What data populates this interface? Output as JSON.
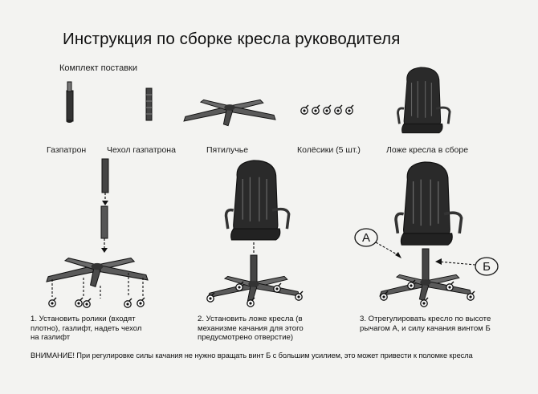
{
  "title": "Инструкция по сборке кресла руководителя",
  "kit": {
    "label": "Комплект поставки",
    "parts": [
      {
        "label": "Газпатрон",
        "icon": "gas-lift-icon"
      },
      {
        "label": "Чехол газпатрона",
        "icon": "gas-lift-cover-icon"
      },
      {
        "label": "Пятилучье",
        "icon": "five-star-base-icon"
      },
      {
        "label": "Колёсики (5 шт.)",
        "icon": "casters-icon"
      },
      {
        "label": "Ложе кресла в сборе",
        "icon": "chair-seat-assembly-icon"
      }
    ]
  },
  "steps": [
    {
      "lines": [
        "1. Установить ролики (входят",
        "плотно), газлифт, надеть чехол",
        "на газлифт"
      ]
    },
    {
      "lines": [
        "2. Установить ложе кресла (в",
        "механизме качания для этого",
        "предусмотрено отверстие)"
      ]
    },
    {
      "lines": [
        "3. Отрегулировать кресло по высоте",
        "рычагом А, и силу качания винтом Б"
      ]
    }
  ],
  "callouts": {
    "lever": "А",
    "screw": "Б"
  },
  "warning": "ВНИМАНИЕ!  При регулировке силы качания не нужно вращать винт  Б с большим усилием, это может привести к поломке кресла"
}
